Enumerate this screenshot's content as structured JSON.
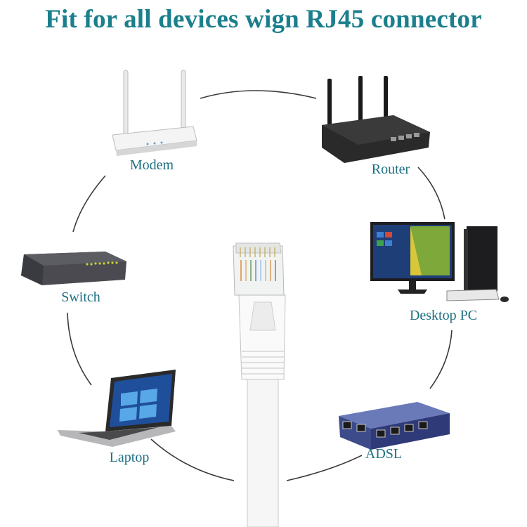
{
  "title": "Fit for all devices wign RJ45 connector",
  "devices": {
    "modem": "Modem",
    "router": "Router",
    "switch": "Switch",
    "desktop": "Desktop PC",
    "laptop": "Laptop",
    "adsl": "ADSL"
  },
  "colors": {
    "title": "#1b7f8c",
    "label": "#1d6f82",
    "ring": "#3a3a3a"
  },
  "icons": [
    "modem-icon",
    "router-icon",
    "switch-icon",
    "desktop-pc-icon",
    "laptop-icon",
    "adsl-icon",
    "rj45-cable-icon"
  ]
}
